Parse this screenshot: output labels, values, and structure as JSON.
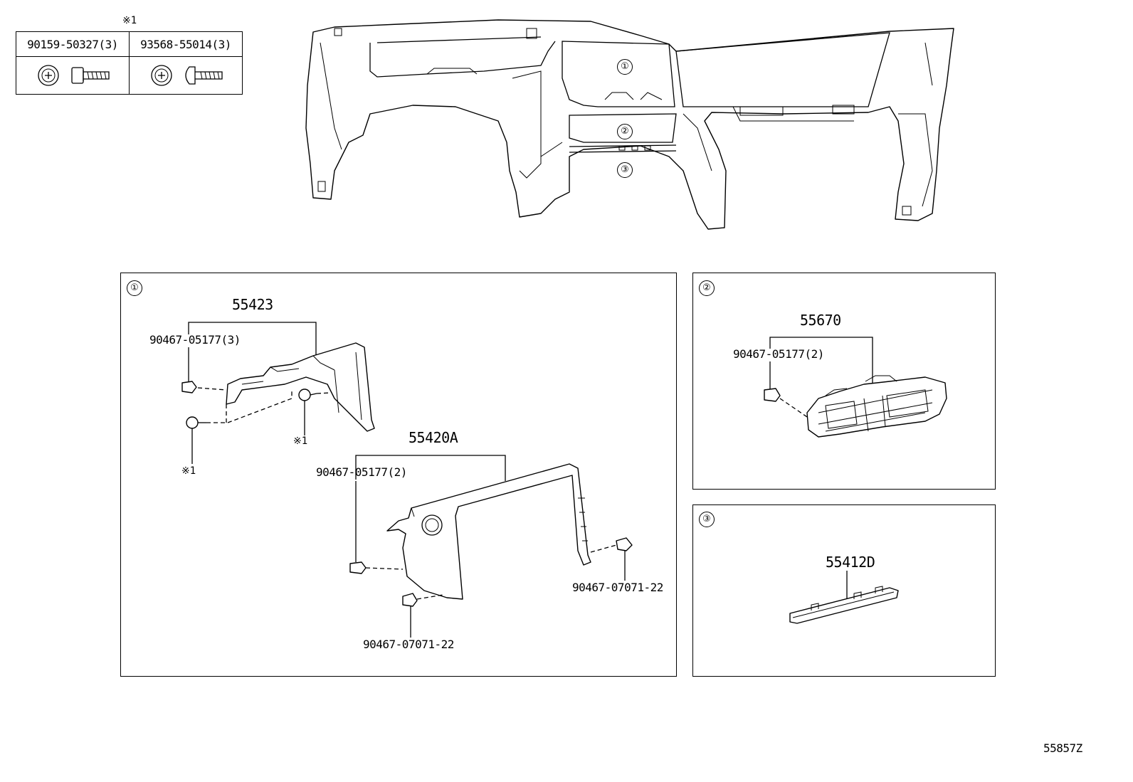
{
  "legend": {
    "mark": "※1",
    "columns": [
      {
        "part_no": "90159-50327(3)",
        "icon": "flange-bolt-icon"
      },
      {
        "part_no": "93568-55014(3)",
        "icon": "washer-screw-icon"
      }
    ]
  },
  "overview": {
    "callouts": [
      "①",
      "②",
      "③"
    ]
  },
  "panel1": {
    "index": "①",
    "assy_a": "55423",
    "clip_a": "90467-05177(3)",
    "mark_a": "※1",
    "mark_b": "※1",
    "assy_b": "55420A",
    "clip_b": "90467-05177(2)",
    "clip_c": "90467-07071-22",
    "clip_d": "90467-07071-22"
  },
  "panel2": {
    "index": "②",
    "assy": "55670",
    "clip": "90467-05177(2)"
  },
  "panel3": {
    "index": "③",
    "assy": "55412D"
  },
  "drawing_code": "55857Z"
}
